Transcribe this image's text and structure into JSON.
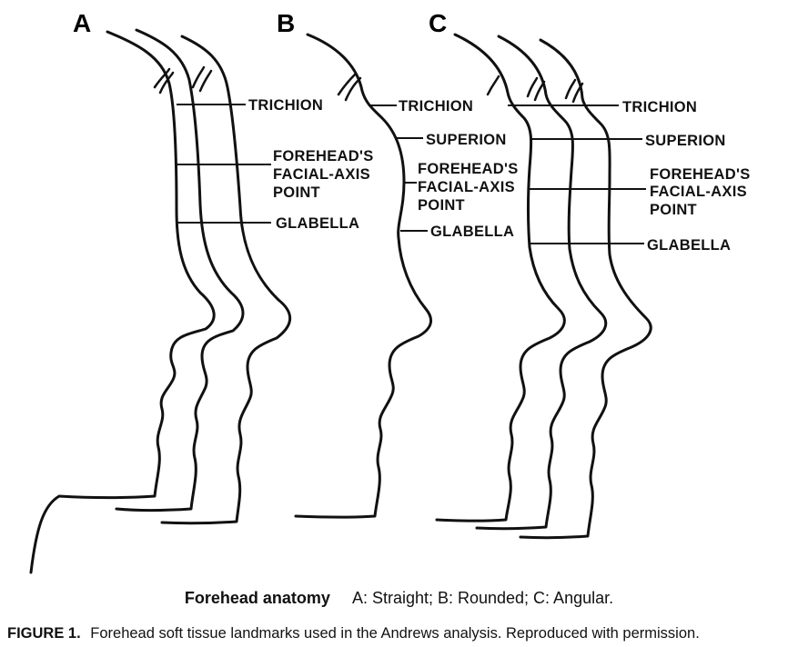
{
  "panels": {
    "a": {
      "letter": "A",
      "labels": [
        "TRICHION",
        "FOREHEAD'S",
        "FACIAL-AXIS",
        "POINT",
        "GLABELLA"
      ]
    },
    "b": {
      "letter": "B",
      "labels": [
        "TRICHION",
        "SUPERION",
        "FOREHEAD'S",
        "FACIAL-AXIS",
        "POINT",
        "GLABELLA"
      ]
    },
    "c": {
      "letter": "C",
      "labels": [
        "TRICHION",
        "SUPERION",
        "FOREHEAD'S",
        "FACIAL-AXIS",
        "POINT",
        "GLABELLA"
      ]
    }
  },
  "anatomy_line": {
    "title": "Forehead anatomy",
    "legend": "A: Straight; B: Rounded; C: Angular."
  },
  "caption": {
    "label": "FIGURE 1.",
    "text": "Forehead soft tissue landmarks used in the Andrews analysis. Reproduced with permission."
  }
}
